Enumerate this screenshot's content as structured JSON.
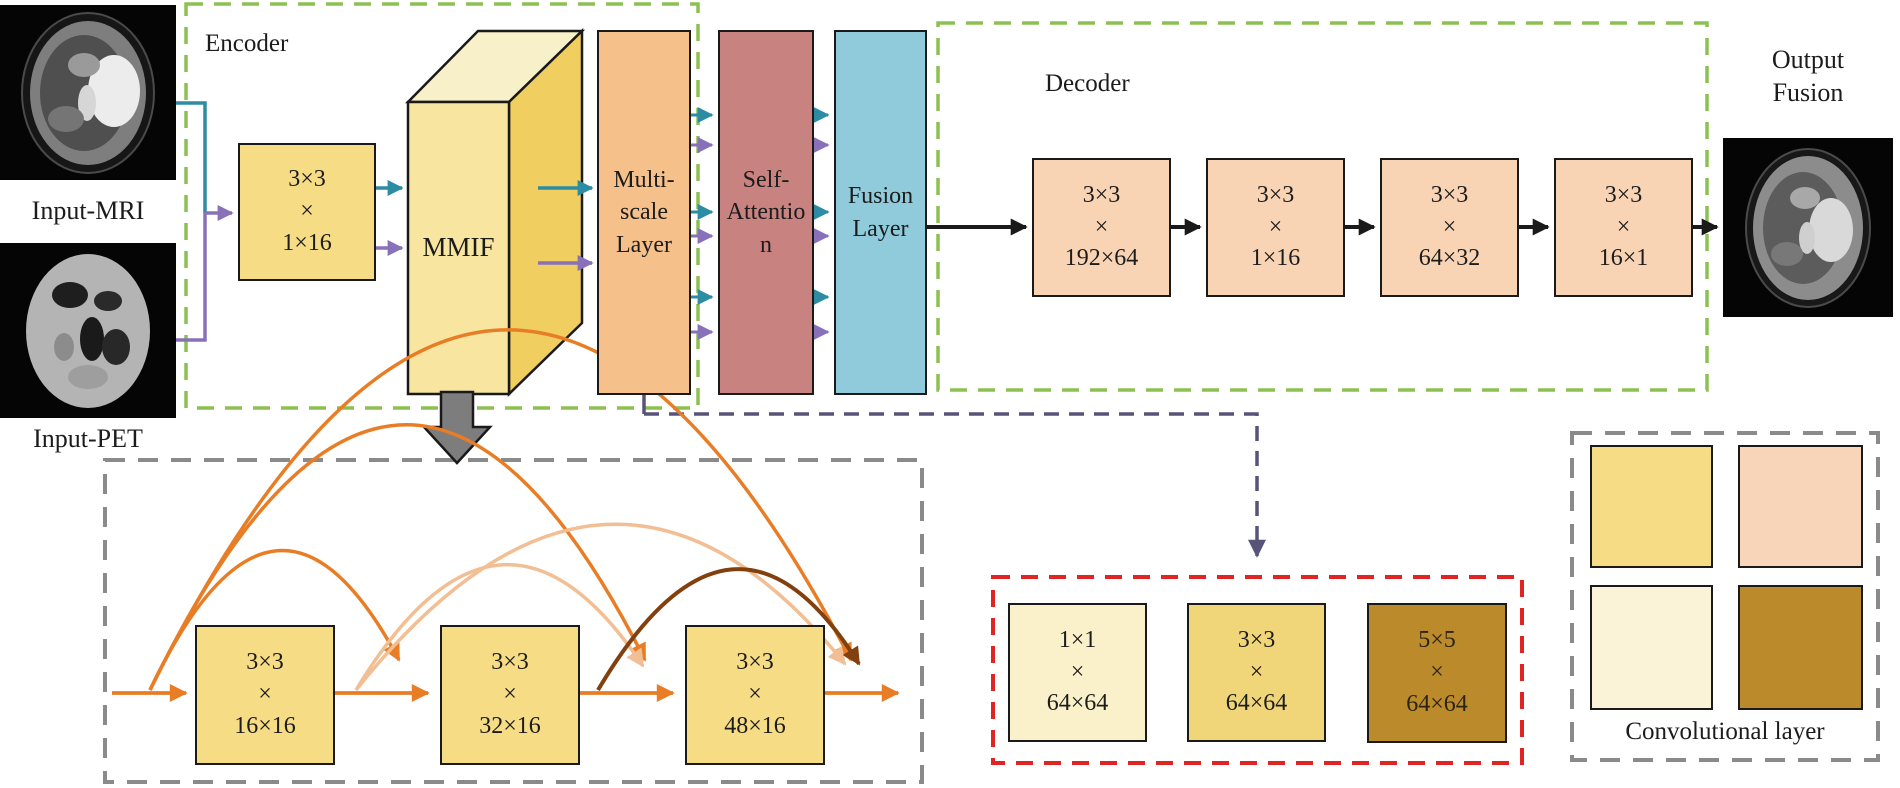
{
  "inputs": {
    "mri_label": "Input-MRI",
    "pet_label": "Input-PET"
  },
  "encoder": {
    "title": "Encoder",
    "conv_block": {
      "l1": "3×3",
      "l2": "×",
      "l3": "1×16"
    },
    "mmif_label": "MMIF",
    "multiscale": {
      "l1": "Multi-",
      "l2": "scale",
      "l3": "Layer"
    }
  },
  "self_attention": {
    "l1": "Self-",
    "l2": "Attentio",
    "l3": "n"
  },
  "fusion_layer": {
    "l1": "Fusion",
    "l2": "Layer"
  },
  "decoder": {
    "title": "Decoder",
    "blocks": [
      {
        "l1": "3×3",
        "l2": "×",
        "l3": "192×64"
      },
      {
        "l1": "3×3",
        "l2": "×",
        "l3": "1×16"
      },
      {
        "l1": "3×3",
        "l2": "×",
        "l3": "64×32"
      },
      {
        "l1": "3×3",
        "l2": "×",
        "l3": "16×1"
      }
    ]
  },
  "output": {
    "l1": "Output",
    "l2": "Fusion"
  },
  "multiscale_detail": {
    "blocks": [
      {
        "l1": "3×3",
        "l2": "×",
        "l3": "16×16"
      },
      {
        "l1": "3×3",
        "l2": "×",
        "l3": "32×16"
      },
      {
        "l1": "3×3",
        "l2": "×",
        "l3": "48×16"
      }
    ]
  },
  "kernel_detail": {
    "blocks": [
      {
        "l1": "1×1",
        "l2": "×",
        "l3": "64×64"
      },
      {
        "l1": "3×3",
        "l2": "×",
        "l3": "64×64"
      },
      {
        "l1": "5×5",
        "l2": "×",
        "l3": "64×64"
      }
    ]
  },
  "legend": {
    "title": "Convolutional layer"
  },
  "colors": {
    "encoder_decoder_outline": "#8CC152",
    "detail_outline": "#8A8A8A",
    "kernel_outline": "#E02424",
    "connector_slate": "#585379",
    "stream_mri_teal": "#2B8CA4",
    "stream_pet_purple": "#8871B8",
    "conv_yellow": "#F5DC85",
    "conv_peach": "#F8D4B4",
    "conv_cream": "#FAF0CA",
    "conv_gold": "#BB8A2B",
    "multiscale_fill": "#F5C08A",
    "attention_fill": "#C8827F",
    "fusion_fill": "#8FCBDB",
    "skip_orange": "#E87D25",
    "skip_light_peach": "#F2BE93",
    "skip_dark_brown": "#82400F"
  }
}
